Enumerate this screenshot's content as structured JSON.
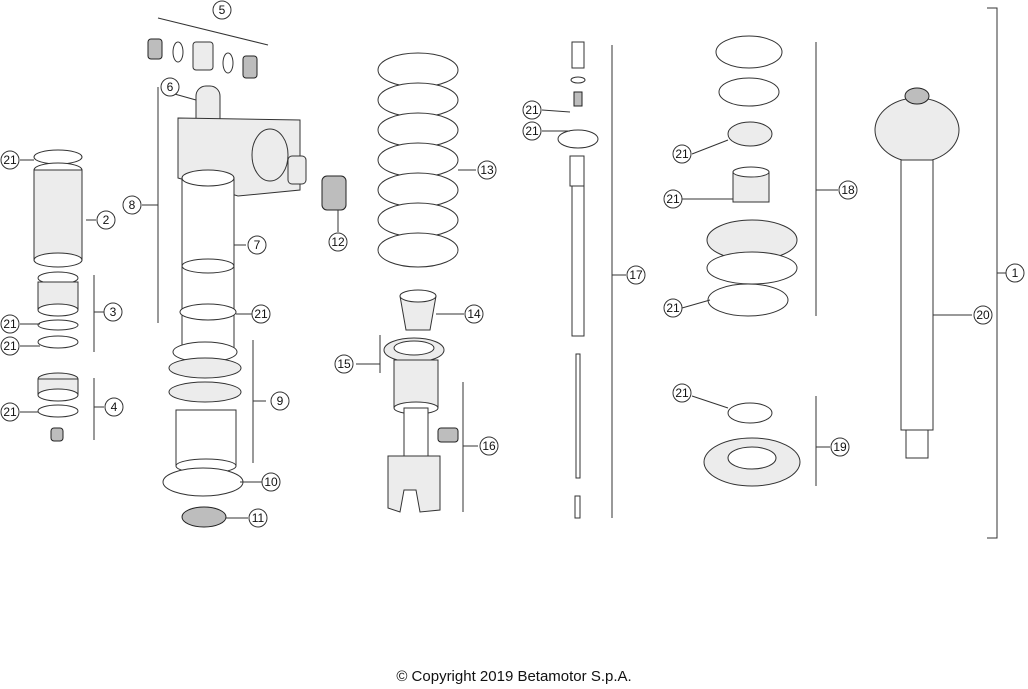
{
  "callouts": [
    "1",
    "2",
    "3",
    "4",
    "5",
    "6",
    "7",
    "8",
    "9",
    "10",
    "11",
    "12",
    "13",
    "14",
    "15",
    "16",
    "17",
    "18",
    "19",
    "20",
    "21"
  ],
  "copyright": "© Copyright 2019 Betamotor S.p.A."
}
